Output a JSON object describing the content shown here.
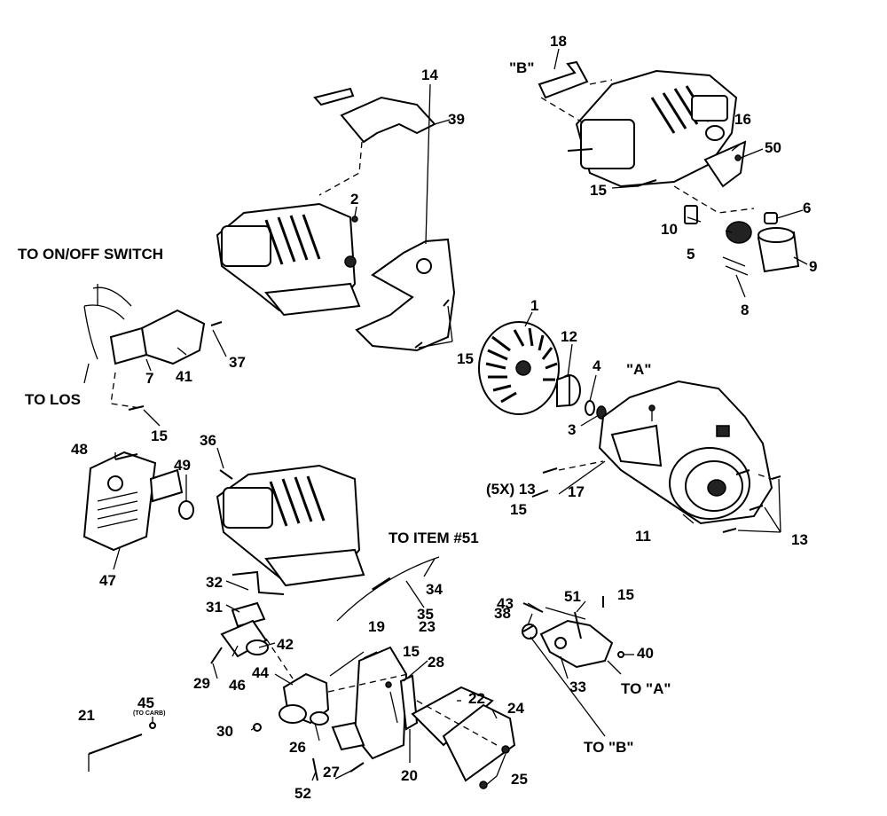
{
  "callouts": {
    "c1": "1",
    "c2": "2",
    "c3": "3",
    "c4": "4",
    "c5": "5",
    "c6": "6",
    "c7": "7",
    "c8": "8",
    "c9": "9",
    "c10": "10",
    "c11": "11",
    "c12": "12",
    "c13a": "(5X) 13",
    "c13b": "13",
    "c14": "14",
    "c15a": "15",
    "c15b": "15",
    "c15c": "15",
    "c15d": "15",
    "c15e": "15",
    "c15f": "15",
    "c16": "16",
    "c17": "17",
    "c18": "18",
    "c19": "19",
    "c20": "20",
    "c21": "21",
    "c22": "22",
    "c23": "23",
    "c24": "24",
    "c25": "25",
    "c26": "26",
    "c27": "27",
    "c28": "28",
    "c29": "29",
    "c30": "30",
    "c31": "31",
    "c32": "32",
    "c33": "33",
    "c34": "34",
    "c35": "35",
    "c36": "36",
    "c37": "37",
    "c38": "38",
    "c39": "39",
    "c40": "40",
    "c41": "41",
    "c42": "42",
    "c43": "43",
    "c44": "44",
    "c45": "45",
    "c46": "46",
    "c47": "47",
    "c48": "48",
    "c49": "49",
    "c50": "50",
    "c51": "51",
    "c52": "52"
  },
  "notes": {
    "on_off": "TO ON/OFF SWITCH",
    "los": "TO LOS",
    "item51": "TO ITEM #51",
    "to_a": "TO \"A\"",
    "to_b": "TO \"B\"",
    "mark_a": "\"A\"",
    "mark_b": "\"B\"",
    "to_carb": "(TO CARB)"
  }
}
